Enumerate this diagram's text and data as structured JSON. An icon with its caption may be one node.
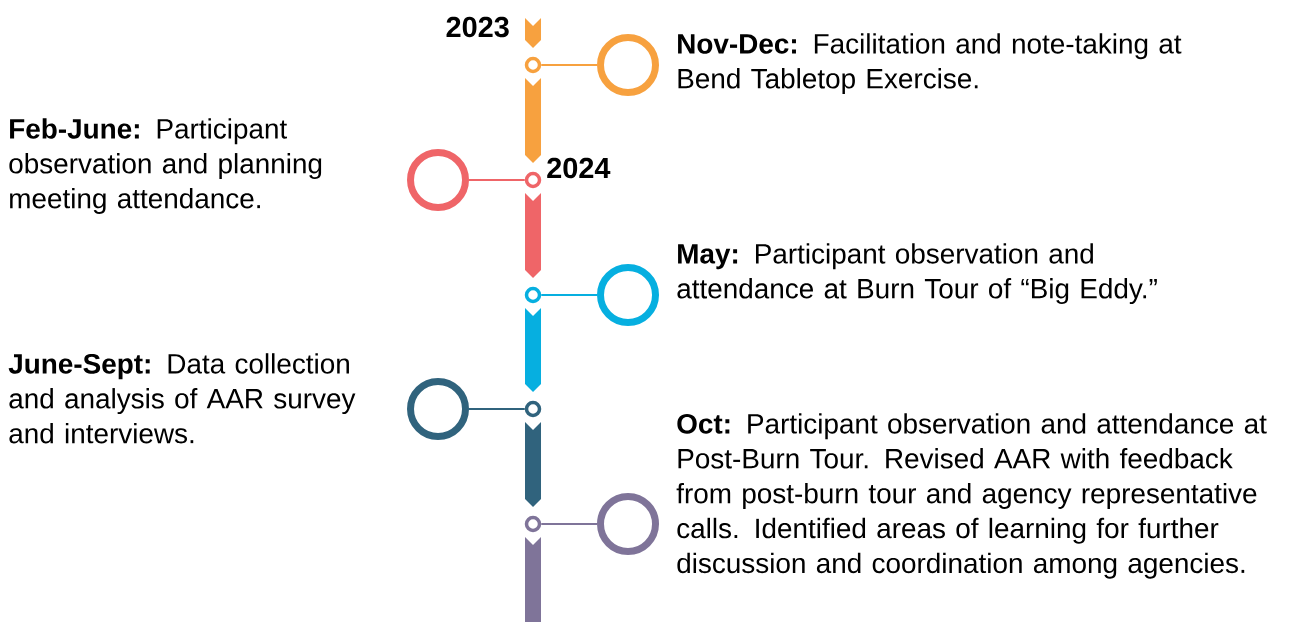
{
  "diagram": {
    "nodes": [
      {
        "text": [],
        "shape": "circle"
      },
      {
        "text": [],
        "shape": "circle",
        "beside": [
          "**Nov-Dec:** Facilitation and note-taking at Bend Tabletop Exercise."
        ]
      },
      {
        "text": [],
        "shape": "circle"
      },
      {
        "text": [],
        "shape": "circle",
        "beside": [
          "**Feb-June:** Participant observation and planning meeting attendance."
        ]
      },
      {
        "text": [],
        "shape": "circle"
      },
      {
        "text": [],
        "shape": "circle",
        "beside": [
          "**May:** Participant observation and attendance at Burn Tour of “Big Eddy.”"
        ]
      },
      {
        "text": [],
        "shape": "circle"
      },
      {
        "text": [],
        "shape": "circle",
        "beside": [
          "**June-Sept:** Data collection and analysis of AAR survey and interviews."
        ]
      },
      {
        "text": [],
        "shape": "circle"
      },
      {
        "text": [],
        "shape": "circle",
        "beside": [
          "**Oct:** Participant observation and attendance at Post-Burn Tour. Revised AAR with feedback from post-burn tour and agency representative calls. Identified areas of learning for further discussion and coordination among agencies."
        ]
      }
    ],
    "edges": [
      {
        "from": 0,
        "to": 1,
        "arrow": "none",
        "color": "#f7a13f"
      },
      {
        "from": 2,
        "to": 3,
        "arrow": "none",
        "color": "#ef6568"
      },
      {
        "from": 4,
        "to": 5,
        "arrow": "none",
        "color": "#06afe0"
      },
      {
        "from": 6,
        "to": 7,
        "arrow": "none",
        "color": "#30637d"
      },
      {
        "from": 8,
        "to": 9,
        "arrow": "none",
        "color": "#7f7499"
      }
    ],
    "labels": [
      "2023",
      "2024"
    ]
  }
}
